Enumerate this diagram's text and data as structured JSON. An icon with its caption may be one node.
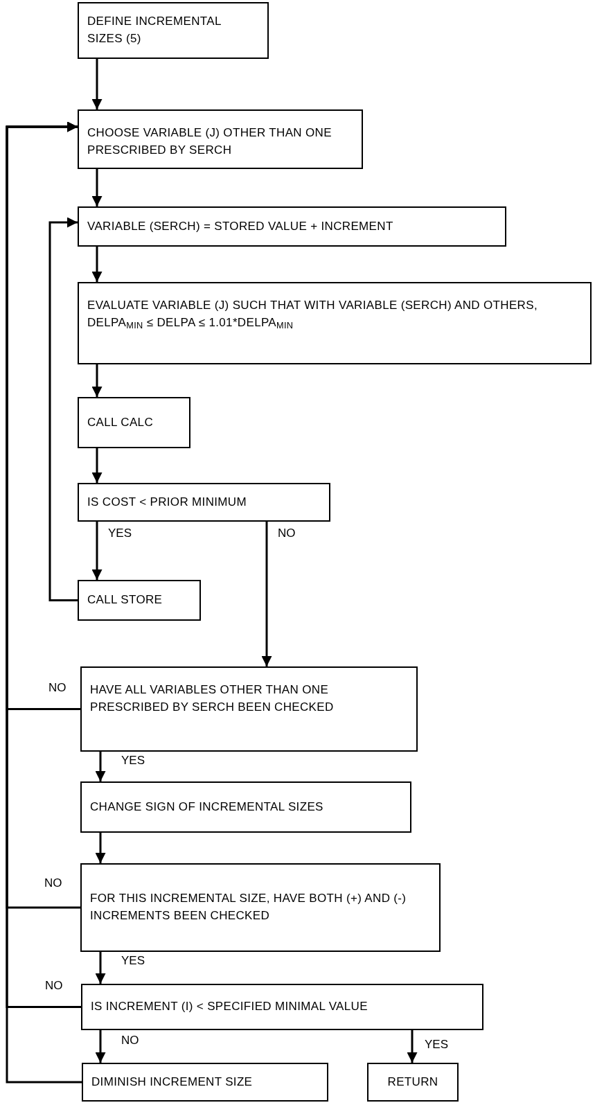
{
  "diagram": {
    "nodes": [
      {
        "text": [
          "DEFINE INCREMENTAL SIZES (5)"
        ]
      },
      {
        "text": [
          "CHOOSE VARIABLE (J) OTHER THAN ONE PRESCRIBED BY SERCH"
        ]
      },
      {
        "text": [
          "VARIABLE (SERCH) = STORED VALUE + INCREMENT"
        ]
      },
      {
        "text": [
          "EVALUATE VARIABLE (J) SUCH THAT WITH VARIABLE (SERCH) AND OTHERS, DELPA$_{MIN}$ ≤ DELPA ≤ 1.01*DELPA$_{MIN}$"
        ]
      },
      {
        "text": [
          "CALL CALC"
        ]
      },
      {
        "text": [
          "IS COST < PRIOR MINIMUM"
        ]
      },
      {
        "text": [
          "CALL STORE"
        ]
      },
      {
        "text": [
          "HAVE ALL VARIABLES OTHER THAN ONE PRESCRIBED BY SERCH BEEN CHECKED"
        ]
      },
      {
        "text": [
          "CHANGE SIGN OF INCREMENTAL SIZES"
        ]
      },
      {
        "text": [
          "FOR THIS INCREMENTAL SIZE, HAVE BOTH (+) AND (-) INCREMENTS BEEN CHECKED"
        ]
      },
      {
        "text": [
          "IS INCREMENT (I) < SPECIFIED MINIMAL VALUE"
        ]
      },
      {
        "text": [
          "DIMINISH INCREMENT SIZE"
        ]
      },
      {
        "text": [
          "RETURN"
        ]
      }
    ],
    "edges": [
      {
        "from": 0,
        "to": 1,
        "arrow": "to"
      },
      {
        "from": 1,
        "to": 2,
        "arrow": "to"
      },
      {
        "from": 2,
        "to": 3,
        "arrow": "to"
      },
      {
        "from": 3,
        "to": 4,
        "arrow": "to"
      },
      {
        "from": 4,
        "to": 5,
        "arrow": "to"
      },
      {
        "from": 5,
        "to": 6,
        "arrow": "to",
        "label": "YES"
      },
      {
        "from": 5,
        "to": 7,
        "arrow": "to",
        "label": "NO"
      },
      {
        "from": 6,
        "to": 2,
        "arrow": "to"
      },
      {
        "from": 7,
        "to": 1,
        "arrow": "to",
        "label": "NO"
      },
      {
        "from": 7,
        "to": 8,
        "arrow": "to",
        "label": "YES"
      },
      {
        "from": 8,
        "to": 9,
        "arrow": "to"
      },
      {
        "from": 9,
        "to": 1,
        "arrow": "to",
        "label": "NO"
      },
      {
        "from": 9,
        "to": 10,
        "arrow": "to",
        "label": "YES"
      },
      {
        "from": 10,
        "to": 1,
        "arrow": "to",
        "label": "NO"
      },
      {
        "from": 10,
        "to": 11,
        "arrow": "to",
        "label": "NO"
      },
      {
        "from": 10,
        "to": 12,
        "arrow": "to",
        "label": "YES"
      },
      {
        "from": 11,
        "to": 1,
        "arrow": "none"
      }
    ]
  }
}
